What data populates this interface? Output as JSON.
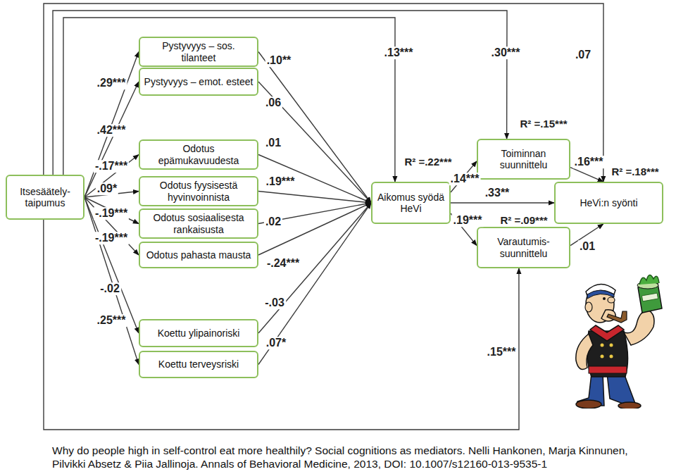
{
  "diagram": {
    "caption": "Why do people high in self-control eat more healthily? Social cognitions as mediators. Nelli Hankonen, Marja Kinnunen, Pilvikki Absetz & Piia Jallinoja. Annals of Behavioral Medicine, 2013, DOI: 10.1007/s12160-013-9535-1",
    "nodes": [
      {
        "text": [
          "Itsesäätely-taipumus"
        ]
      },
      {
        "text": [
          "Pystyvyys – sos. tilanteet"
        ]
      },
      {
        "text": [
          "Pystyvyys – emot. esteet"
        ]
      },
      {
        "text": [
          "Odotus epämukavuudesta"
        ]
      },
      {
        "text": [
          "Odotus fyysisestä hyvinvoinnista"
        ]
      },
      {
        "text": [
          "Odotus sosiaalisesta rankaisusta"
        ]
      },
      {
        "text": [
          "Odotus pahasta mausta"
        ]
      },
      {
        "text": [
          "Koettu ylipainoriski"
        ]
      },
      {
        "text": [
          "Koettu terveysriski"
        ]
      },
      {
        "text": [
          "Aikomus syödä HeVi"
        ]
      },
      {
        "text": [
          "Toiminnan suunnittelu"
        ]
      },
      {
        "text": [
          "HeVi:n syönti"
        ]
      },
      {
        "text": [
          "Varautumis- suunnittelu"
        ]
      }
    ],
    "edges": [
      {
        "from": 0,
        "to": 1,
        "label": ".29***",
        "arrow": "to"
      },
      {
        "from": 0,
        "to": 2,
        "label": ".42***",
        "arrow": "to"
      },
      {
        "from": 0,
        "to": 3,
        "label": "-.17***",
        "arrow": "to"
      },
      {
        "from": 0,
        "to": 4,
        "label": ".09*",
        "arrow": "to"
      },
      {
        "from": 0,
        "to": 5,
        "label": "-.19***",
        "arrow": "to"
      },
      {
        "from": 0,
        "to": 6,
        "label": "-.19***",
        "arrow": "to"
      },
      {
        "from": 0,
        "to": 7,
        "label": "-.02",
        "arrow": "to"
      },
      {
        "from": 0,
        "to": 8,
        "label": ".25***",
        "arrow": "to"
      },
      {
        "from": 1,
        "to": 9,
        "label": ".10**",
        "arrow": "to"
      },
      {
        "from": 2,
        "to": 9,
        "label": ".06",
        "arrow": "to"
      },
      {
        "from": 3,
        "to": 9,
        "label": ".01",
        "arrow": "to"
      },
      {
        "from": 4,
        "to": 9,
        "label": ".19***",
        "arrow": "to"
      },
      {
        "from": 5,
        "to": 9,
        "label": ".02",
        "arrow": "to"
      },
      {
        "from": 6,
        "to": 9,
        "label": "-.24***",
        "arrow": "to"
      },
      {
        "from": 7,
        "to": 9,
        "label": "-.03",
        "arrow": "to"
      },
      {
        "from": 8,
        "to": 9,
        "label": ".07*",
        "arrow": "to"
      },
      {
        "from": 9,
        "to": 10,
        "label": ".14***",
        "arrow": "to"
      },
      {
        "from": 9,
        "to": 11,
        "label": ".33**",
        "arrow": "to"
      },
      {
        "from": 9,
        "to": 12,
        "label": ".19***",
        "arrow": "to"
      },
      {
        "from": 10,
        "to": 11,
        "label": ".16***",
        "arrow": "to"
      },
      {
        "from": 12,
        "to": 11,
        "label": ".01",
        "arrow": "to"
      },
      {
        "from": 0,
        "to": 9,
        "label": ".13***",
        "arrow": "to"
      },
      {
        "from": 0,
        "to": 10,
        "label": ".30***",
        "arrow": "to"
      },
      {
        "from": 0,
        "to": 11,
        "label": ".07",
        "arrow": "to"
      },
      {
        "from": 0,
        "to": 12,
        "label": ".15***",
        "arrow": "to"
      }
    ],
    "labels": [
      "R² =.22***",
      "R² =.15***",
      "R² =.18***",
      "R² =.09***"
    ]
  }
}
